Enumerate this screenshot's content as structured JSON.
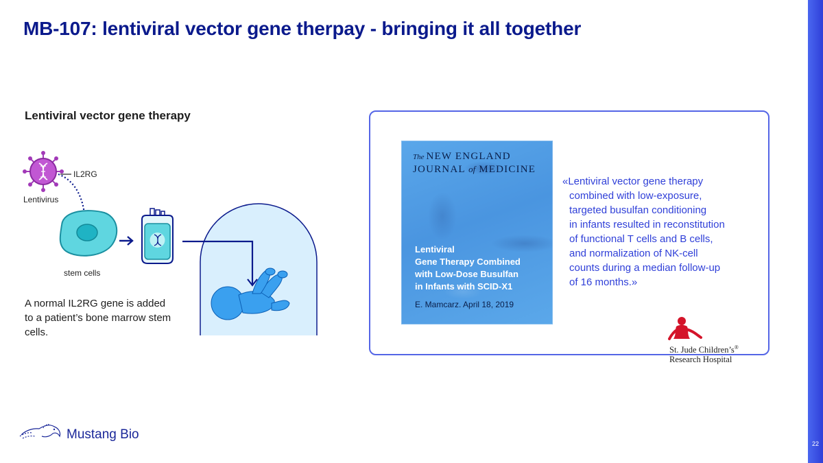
{
  "slide": {
    "title": "MB-107: lentiviral vector gene therpay - bringing it all together",
    "page_number": "22"
  },
  "left": {
    "heading": "Lentiviral vector gene therapy",
    "diagram": {
      "gene_label": "IL2RG",
      "virus_label": "Lentivirus",
      "cells_label": "stem cells"
    },
    "description": "A normal IL2RG gene is added to a patient’s bone marrow stem cells."
  },
  "card": {
    "cover": {
      "journal_line1_prefix": "The",
      "journal_line1_main": "NEW ENGLAND",
      "journal_line2_a": "JOURNAL",
      "journal_line2_of": "of",
      "journal_line2_b": "MEDICINE",
      "article_title_lines": [
        "Lentiviral",
        "Gene Therapy Combined",
        "with Low-Dose Busulfan",
        "in Infants with SCID-X1"
      ],
      "citation": "E. Mamcarz. April 18, 2019"
    },
    "quote_lines": [
      "«Lentiviral vector gene therapy",
      "combined with low-exposure,",
      "targeted busulfan conditioning",
      "in infants resulted in reconstitution",
      "of functional T cells and B cells,",
      "and normalization of NK-cell",
      "counts during a median follow-up",
      "of 16 months.»"
    ],
    "logo": {
      "line1": "St. Jude Children’s",
      "line2": "Research Hospital",
      "registered": "®"
    }
  },
  "footer": {
    "brand": "Mustang Bio"
  },
  "colors": {
    "title": "#0b1a8c",
    "accent": "#2f3fd8",
    "cell": "#5fd6e0",
    "virus": "#a23ab8",
    "bubble": "#d9effd",
    "baby": "#3aa0ef",
    "stjude_red": "#d4142a"
  }
}
